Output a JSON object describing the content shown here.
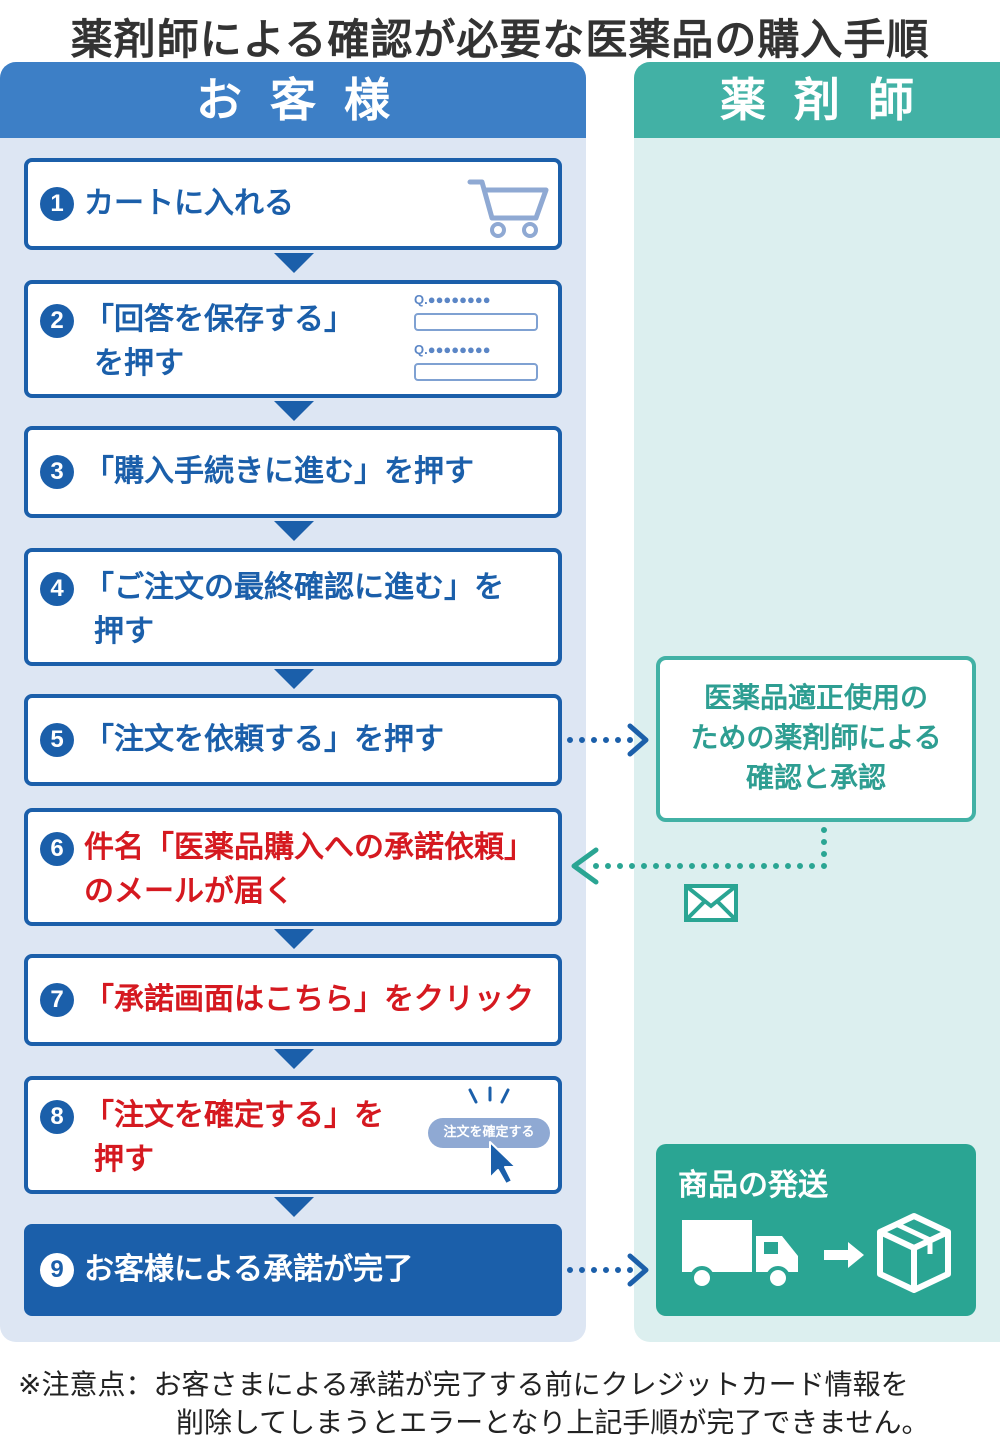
{
  "title": "薬剤師による確認が必要な医薬品の購入手順",
  "lanes": {
    "customer": "お客様",
    "pharmacist": "薬剤師"
  },
  "steps": [
    {
      "num": "1",
      "line1": "カートに入れる",
      "line2": ""
    },
    {
      "num": "2",
      "line1": "「回答を保存する」",
      "line2": "を押す"
    },
    {
      "num": "3",
      "line1": "「購入手続きに進む」を押す",
      "line2": ""
    },
    {
      "num": "4",
      "line1": "「ご注文の最終確認に進む」を",
      "line2": "押す"
    },
    {
      "num": "5",
      "line1": "「注文を依頼する」を押す",
      "line2": ""
    },
    {
      "num": "6",
      "line1": "件名「医薬品購入への承諾依頼」",
      "line2": "のメールが届く"
    },
    {
      "num": "7",
      "line1": "「承諾画面はこちら」をクリック",
      "line2": ""
    },
    {
      "num": "8",
      "line1": "「注文を確定する」を",
      "line2": "押す"
    },
    {
      "num": "9",
      "line1": "お客様による承諾が完了",
      "line2": ""
    }
  ],
  "step2_form": {
    "q1": "Q.●●●●●●●●",
    "q2": "Q.●●●●●●●●"
  },
  "step8_button": "注文を確定する",
  "pharmacist_box": {
    "line1": "医薬品適正使用の",
    "line2": "ための薬剤師による",
    "line3": "確認と承認"
  },
  "shipping": {
    "label": "商品の発送"
  },
  "note": {
    "line1": "※注意点：お客さまによる承諾が完了する前にクレジットカード情報を",
    "line2": "削除してしまうとエラーとなり上記手順が完了できません。"
  },
  "colors": {
    "customer_blue": "#1b5faa",
    "customer_header": "#3d7fc6",
    "pharmacist_teal": "#42b1a5",
    "alert_red": "#d51920"
  }
}
